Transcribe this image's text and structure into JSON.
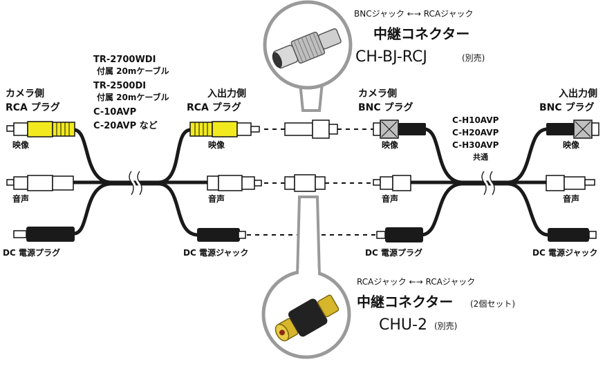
{
  "cable_models": {
    "line1": "TR-2700WDI",
    "line2": "付属 20mケーブル",
    "line3": "TR-2500DI",
    "line4": "付属 20mケーブル",
    "line5": "C-10AVP",
    "line6": "C-20AVP など"
  },
  "left_cable": {
    "camera_side_line1": "カメラ側",
    "camera_side_line2": "RCA プラグ",
    "io_side_line1": "入出力側",
    "io_side_line2": "RCA プラグ",
    "video": "映像",
    "audio": "音声",
    "dc_plug": "DC 電源プラグ",
    "dc_jack": "DC 電源ジャック"
  },
  "right_cable": {
    "camera_side_line1": "カメラ側",
    "camera_side_line2": "BNC プラグ",
    "io_side_line1": "入出力側",
    "io_side_line2": "BNC プラグ",
    "video": "映像",
    "audio": "音声",
    "dc_plug": "DC 電源プラグ",
    "dc_jack": "DC 電源ジャック",
    "models_line1": "C-H10AVP",
    "models_line2": "C-H20AVP",
    "models_line3": "C-H30AVP",
    "models_line4": "共通"
  },
  "connector_top": {
    "type": "BNCジャック ←→ RCAジャック",
    "name": "中継コネクター",
    "model": "CH-BJ-RCJ",
    "note": "(別売)"
  },
  "connector_bottom": {
    "type": "RCAジャック ←→ RCAジャック",
    "name": "中継コネクター",
    "qty": "(2個セット)",
    "model": "CHU-2",
    "note": "(別売)"
  },
  "colors": {
    "cable": "#1a1a1a",
    "rca_video": "#f2ea1e",
    "rca_audio": "#ffffff",
    "bnc_metal": "#bfbfbf",
    "callout_ring": "#9a9a9a",
    "dashed_link": "#111111"
  }
}
